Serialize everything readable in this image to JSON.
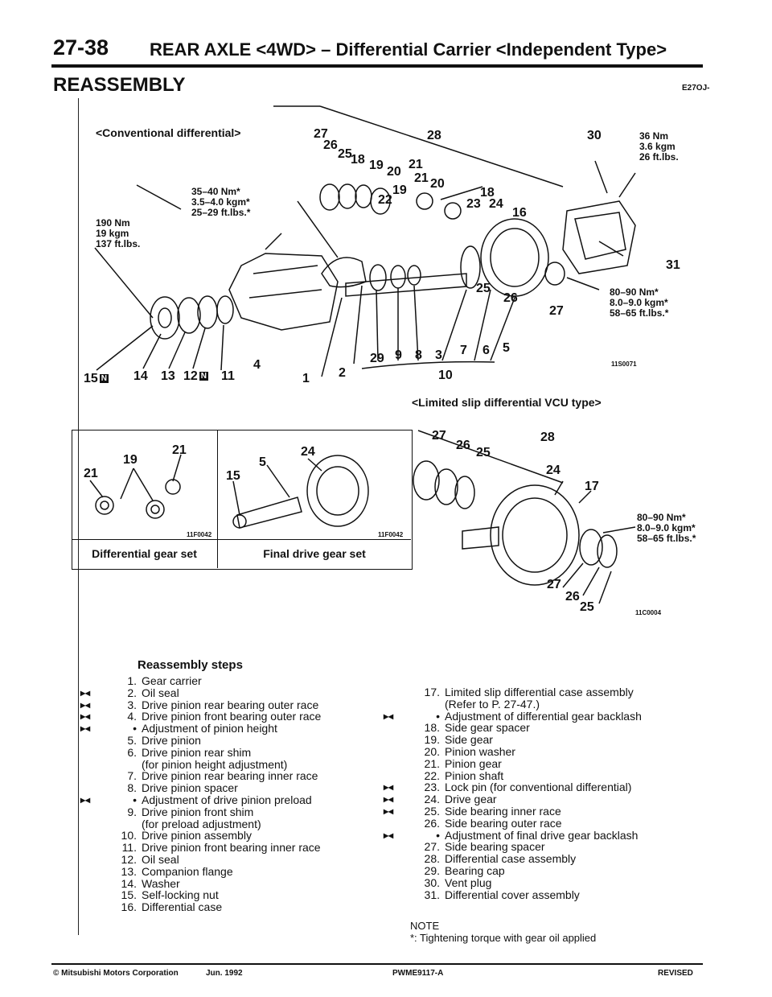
{
  "header": {
    "page_number": "27-38",
    "title": "REAR AXLE <4WD> – Differential Carrier <Independent Type>"
  },
  "section": {
    "title": "REASSEMBLY",
    "code": "E27OJ-"
  },
  "diagram_main": {
    "heading": "<Conventional differential>",
    "code": "11S0071",
    "torque_a": [
      "35–40 Nm*",
      "3.5–4.0 kgm*",
      "25–29 ft.lbs.*"
    ],
    "torque_b": [
      "190 Nm",
      "19 kgm",
      "137 ft.lbs."
    ],
    "torque_c": [
      "36 Nm",
      "3.6 kgm",
      "26 ft.lbs."
    ],
    "torque_d": [
      "80–90 Nm*",
      "8.0–9.0 kgm*",
      "58–65 ft.lbs.*"
    ],
    "callouts": [
      "27",
      "26",
      "25",
      "18",
      "19",
      "20",
      "21",
      "28",
      "19",
      "22",
      "21",
      "20",
      "18",
      "23",
      "24",
      "16",
      "30",
      "31",
      "25",
      "26",
      "27",
      "29",
      "9",
      "8",
      "3",
      "7",
      "6",
      "5",
      "10",
      "4",
      "2",
      "1",
      "15",
      "14",
      "13",
      "12",
      "11"
    ],
    "boxed_mark": "N"
  },
  "diagram_lsd": {
    "heading": "<Limited slip differential VCU type>",
    "code": "11C0004",
    "torque": [
      "80–90 Nm*",
      "8.0–9.0 kgm*",
      "58–65 ft.lbs.*"
    ],
    "callouts": [
      "27",
      "26",
      "25",
      "28",
      "24",
      "17",
      "27",
      "26",
      "25"
    ]
  },
  "inset": {
    "left_caption": "Differential gear set",
    "right_caption": "Final drive gear set",
    "left_code": "11F0042",
    "right_code": "11F0042",
    "left_callouts": [
      "19",
      "21",
      "21"
    ],
    "right_callouts": [
      "24",
      "5",
      "15"
    ]
  },
  "steps_title": "Reassembly steps",
  "steps_left": [
    {
      "n": "1.",
      "t": "Gear carrier",
      "b": ""
    },
    {
      "n": "2.",
      "t": "Oil seal",
      "b": "▸◂"
    },
    {
      "n": "3.",
      "t": "Drive pinion rear bearing outer race",
      "b": "▸◂"
    },
    {
      "n": "4.",
      "t": "Drive pinion front bearing outer race",
      "b": "▸◂"
    },
    {
      "n": "",
      "t": "Adjustment of pinion height",
      "b": "▸◂",
      "sub": true
    },
    {
      "n": "5.",
      "t": "Drive pinion",
      "b": ""
    },
    {
      "n": "6.",
      "t": "Drive pinion rear shim",
      "b": ""
    },
    {
      "n": "",
      "t": "(for pinion height adjustment)",
      "b": ""
    },
    {
      "n": "7.",
      "t": "Drive pinion rear bearing inner race",
      "b": ""
    },
    {
      "n": "8.",
      "t": "Drive pinion spacer",
      "b": ""
    },
    {
      "n": "",
      "t": "Adjustment of drive pinion preload",
      "b": "▸◂",
      "sub": true
    },
    {
      "n": "9.",
      "t": "Drive pinion front shim",
      "b": ""
    },
    {
      "n": "",
      "t": "(for preload adjustment)",
      "b": ""
    },
    {
      "n": "10.",
      "t": "Drive pinion assembly",
      "b": ""
    },
    {
      "n": "11.",
      "t": "Drive pinion front bearing inner race",
      "b": ""
    },
    {
      "n": "12.",
      "t": "Oil seal",
      "b": ""
    },
    {
      "n": "13.",
      "t": "Companion flange",
      "b": ""
    },
    {
      "n": "14.",
      "t": "Washer",
      "b": ""
    },
    {
      "n": "15.",
      "t": "Self-locking nut",
      "b": ""
    },
    {
      "n": "16.",
      "t": "Differential case",
      "b": ""
    }
  ],
  "steps_right": [
    {
      "n": "17.",
      "t": "Limited slip differential case assembly",
      "b": ""
    },
    {
      "n": "",
      "t": "(Refer to P. 27-47.)",
      "b": ""
    },
    {
      "n": "",
      "t": "Adjustment of differential gear backlash",
      "b": "▸◂",
      "sub": true
    },
    {
      "n": "18.",
      "t": "Side gear spacer",
      "b": ""
    },
    {
      "n": "19.",
      "t": "Side gear",
      "b": ""
    },
    {
      "n": "20.",
      "t": "Pinion washer",
      "b": ""
    },
    {
      "n": "21.",
      "t": "Pinion gear",
      "b": ""
    },
    {
      "n": "22.",
      "t": "Pinion shaft",
      "b": ""
    },
    {
      "n": "23.",
      "t": "Lock pin (for conventional differential)",
      "b": "▸◂"
    },
    {
      "n": "24.",
      "t": "Drive gear",
      "b": "▸◂"
    },
    {
      "n": "25.",
      "t": "Side bearing inner race",
      "b": "▸◂"
    },
    {
      "n": "26.",
      "t": "Side bearing outer race",
      "b": ""
    },
    {
      "n": "",
      "t": "Adjustment of final drive gear backlash",
      "b": "▸◂",
      "sub": true
    },
    {
      "n": "27.",
      "t": "Side bearing spacer",
      "b": ""
    },
    {
      "n": "28.",
      "t": "Differential case assembly",
      "b": ""
    },
    {
      "n": "29.",
      "t": "Bearing cap",
      "b": ""
    },
    {
      "n": "30.",
      "t": "Vent plug",
      "b": ""
    },
    {
      "n": "31.",
      "t": "Differential cover assembly",
      "b": ""
    }
  ],
  "note": {
    "heading": "NOTE",
    "text": "*: Tightening torque with gear oil applied"
  },
  "footer": {
    "copyright": "© Mitsubishi Motors Corporation",
    "date": "Jun. 1992",
    "doc": "PWME9117-A",
    "status": "REVISED"
  }
}
